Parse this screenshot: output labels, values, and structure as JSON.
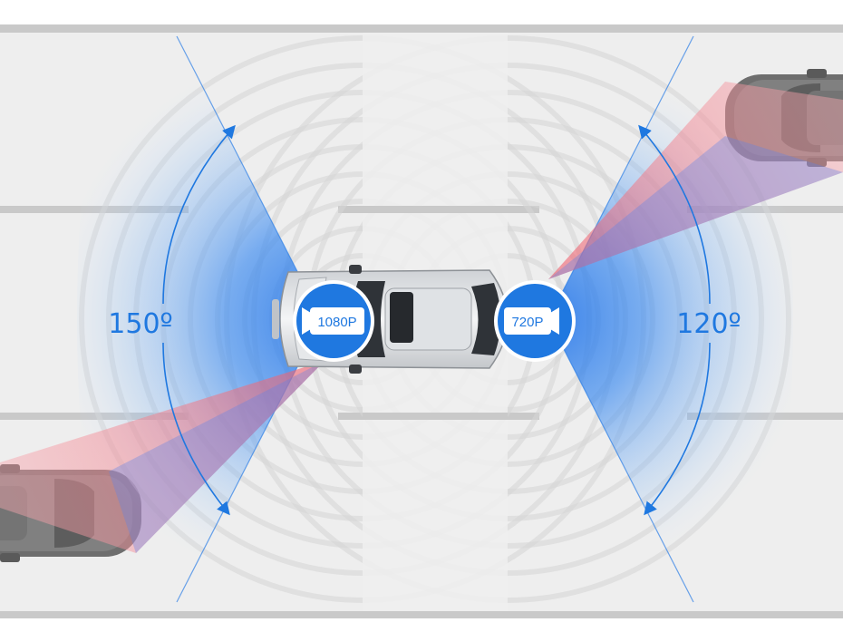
{
  "front_camera": {
    "resolution": "1080P",
    "angle": "150º",
    "icon": "video-camera-icon"
  },
  "rear_camera": {
    "resolution": "720P",
    "angle": "120º",
    "icon": "video-camera-icon"
  },
  "colors": {
    "accent_blue": "#1f78e0",
    "blind_spot_red": "#f2707a",
    "road": "#eeeeee",
    "lane_line": "#c9c9c9"
  }
}
